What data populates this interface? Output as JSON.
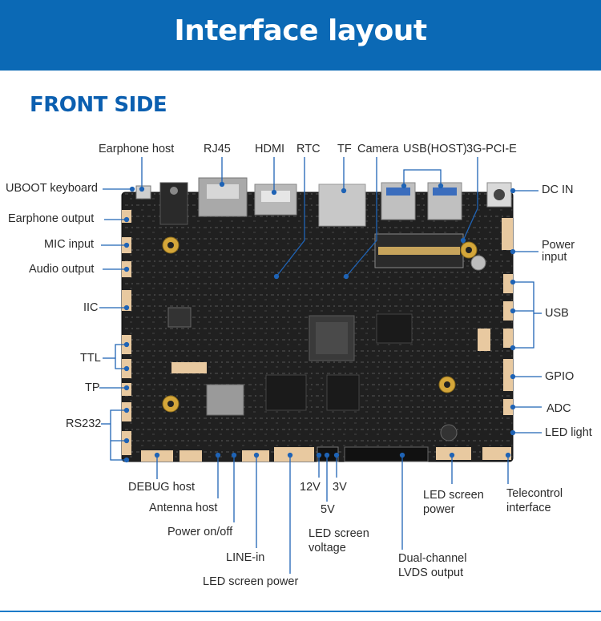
{
  "header": {
    "title": "Interface layout",
    "banner_color": "#0b69b5"
  },
  "section": {
    "title": "FRONT SIDE",
    "title_color": "#0b5fb0"
  },
  "labels": {
    "earphone_host": "Earphone host",
    "rj45": "RJ45",
    "hdmi": "HDMI",
    "rtc": "RTC",
    "tf": "TF",
    "camera": "Camera",
    "usb_host": "USB(HOST)",
    "pci": "3G-PCI-E",
    "dc_in": "DC IN",
    "uboot_keyboard": "UBOOT keyboard",
    "earphone_output": "Earphone output",
    "mic_input": "MIC input",
    "audio_output": "Audio output",
    "iic": "IIC",
    "ttl": "TTL",
    "tp": "TP",
    "rs232": "RS232",
    "power_input_1": "Power",
    "power_input_2": "input",
    "usb": "USB",
    "gpio": "GPIO",
    "adc": "ADC",
    "led_light": "LED light",
    "debug_host": "DEBUG host",
    "antenna_host": "Antenna host",
    "power_onoff": "Power on/off",
    "line_in": "LINE-in",
    "led_screen_power_bottom": "LED screen power",
    "v12": "12V",
    "v3": "3V",
    "v5": "5V",
    "led_screen_voltage_1": "LED screen",
    "led_screen_voltage_2": "voltage",
    "dual_channel_1": "Dual-channel",
    "dual_channel_2": "LVDS output",
    "led_screen_power_r1": "LED screen",
    "led_screen_power_r2": "power",
    "telecontrol_1": "Telecontrol",
    "telecontrol_2": "interface"
  },
  "colors": {
    "leader": "#1f63b5",
    "pcb": "#1c1c1c",
    "connector": "#e8c9a0",
    "label": "#2b2b2b"
  }
}
